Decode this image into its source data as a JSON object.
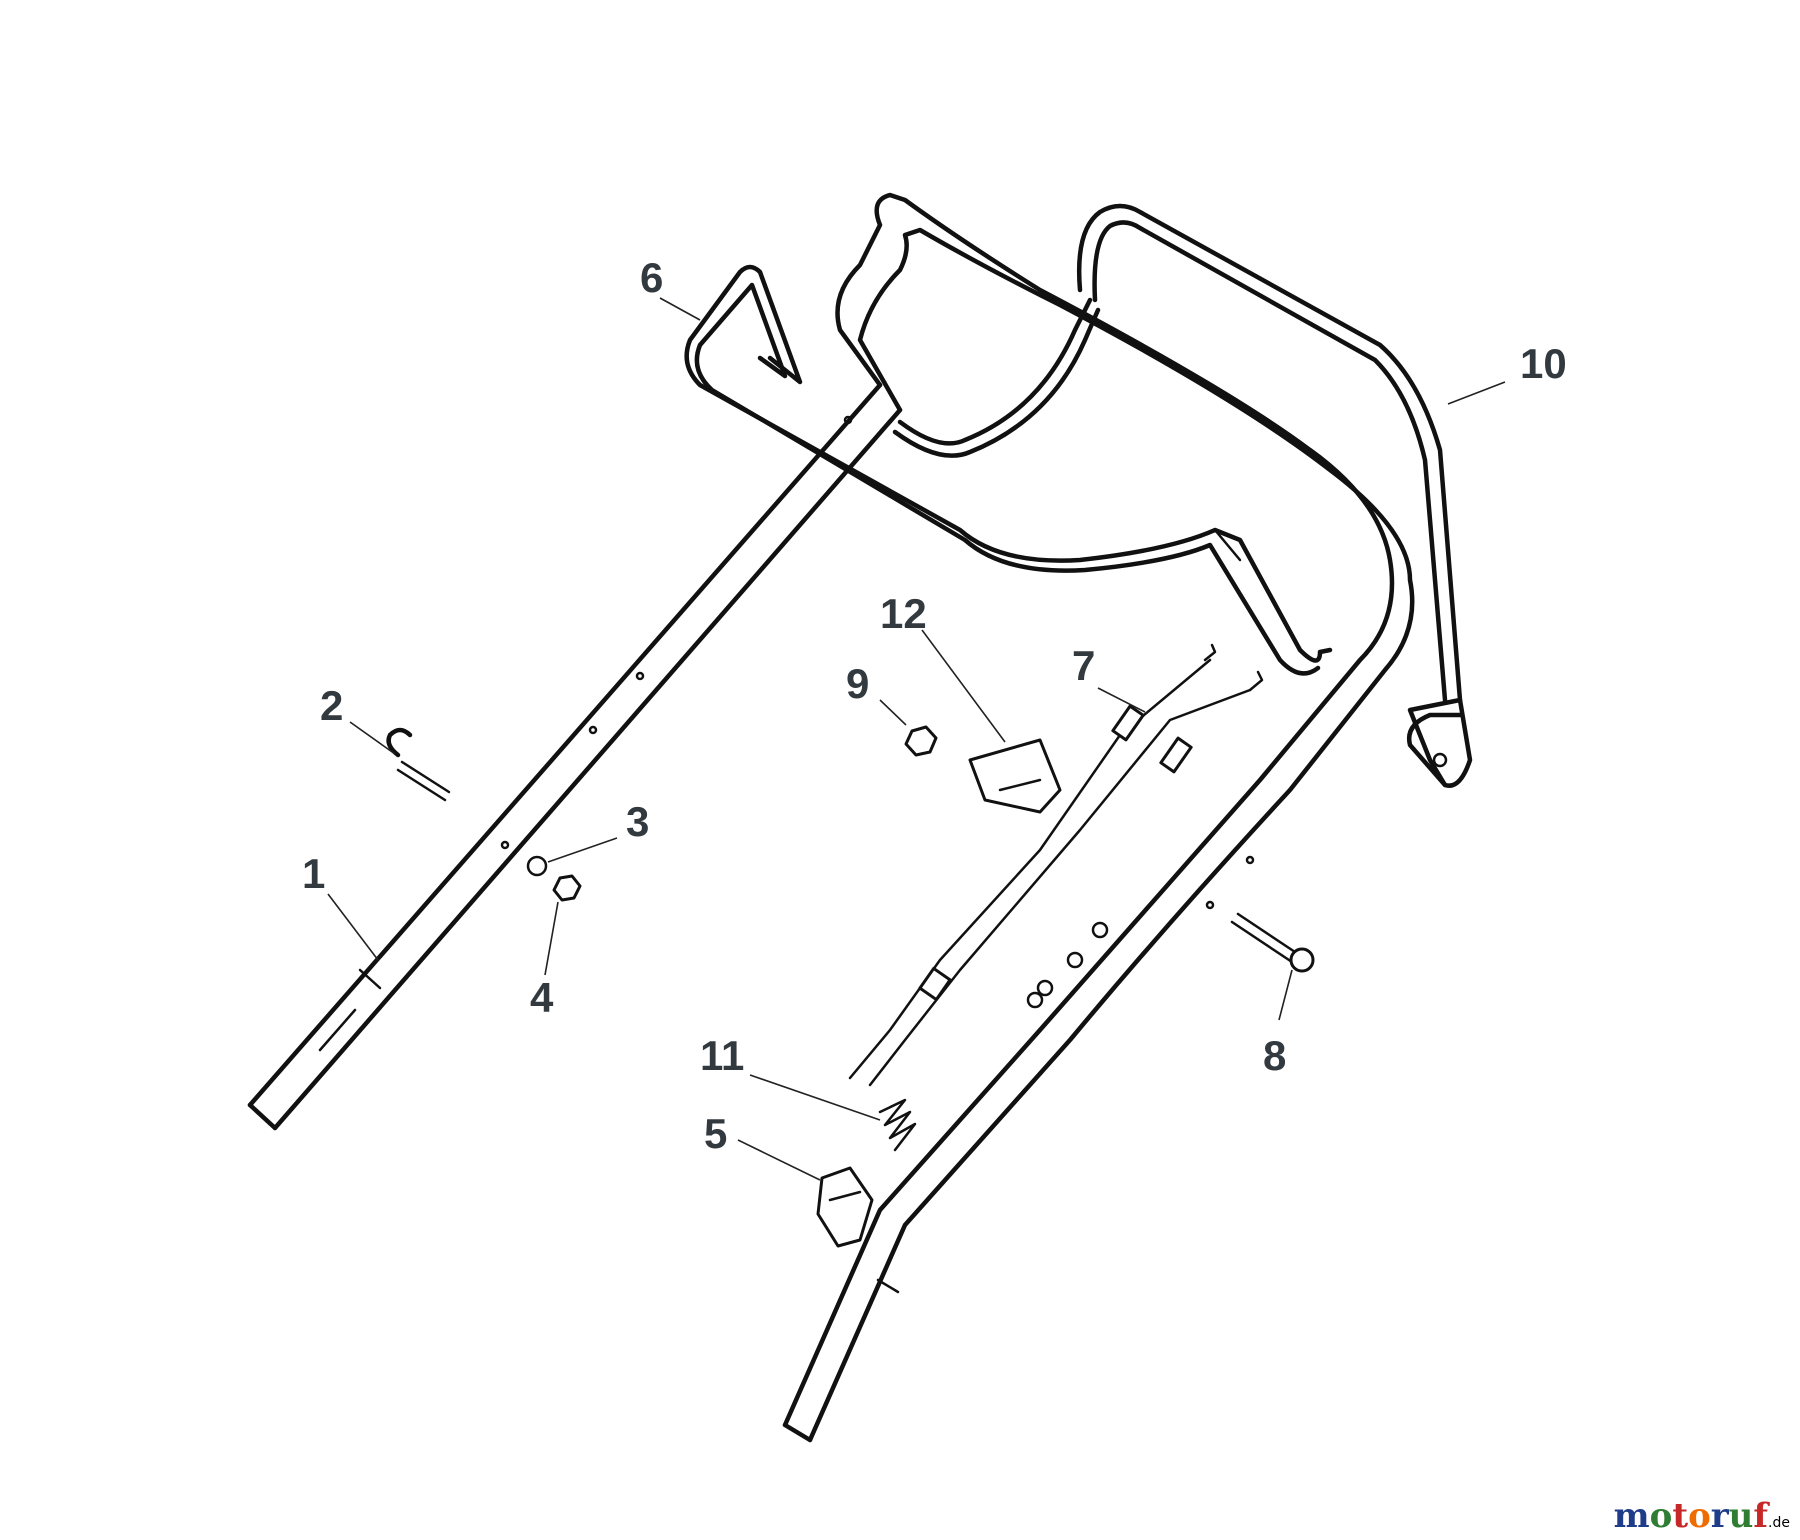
{
  "diagram": {
    "callouts": [
      {
        "id": "1",
        "label": "1"
      },
      {
        "id": "2",
        "label": "2"
      },
      {
        "id": "3",
        "label": "3"
      },
      {
        "id": "4",
        "label": "4"
      },
      {
        "id": "5",
        "label": "5"
      },
      {
        "id": "6",
        "label": "6"
      },
      {
        "id": "7",
        "label": "7"
      },
      {
        "id": "8",
        "label": "8"
      },
      {
        "id": "9",
        "label": "9"
      },
      {
        "id": "10",
        "label": "10"
      },
      {
        "id": "11",
        "label": "11"
      },
      {
        "id": "12",
        "label": "12"
      }
    ]
  },
  "watermark": {
    "text": "motoruf",
    "tld": ".de",
    "colors": [
      "#1f3c8a",
      "#2e7d32",
      "#c62828",
      "#ef6c00"
    ]
  }
}
